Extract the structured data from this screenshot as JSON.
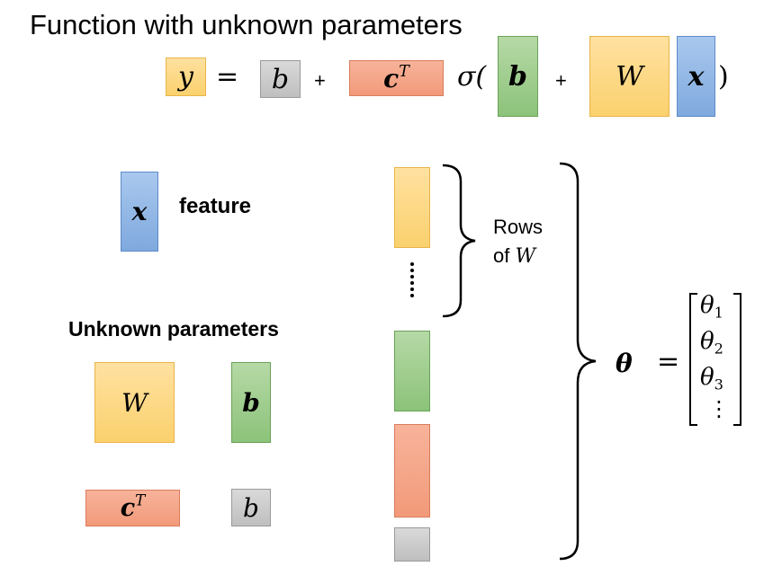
{
  "title": "Function with unknown parameters",
  "equation": {
    "y": "y",
    "equals": "=",
    "b_scalar": "b",
    "plus1": "+",
    "c": "c",
    "c_sup": "T",
    "sigma_open": "σ(",
    "b_vector": "b",
    "plus2": "+",
    "W": "W",
    "x": "x",
    "close": ")"
  },
  "feature": {
    "symbol": "x",
    "label": "feature"
  },
  "unknown_parameters": {
    "heading": "Unknown parameters",
    "W": "W",
    "b_vector": "b",
    "c": "c",
    "c_sup": "T",
    "b_scalar": "b"
  },
  "rows_label": {
    "line1": "Rows",
    "line2_prefix": "of",
    "line2_symbol": "W"
  },
  "theta": {
    "symbol": "θ",
    "equals": "=",
    "entries": [
      {
        "base": "θ",
        "sub": "1"
      },
      {
        "base": "θ",
        "sub": "2"
      },
      {
        "base": "θ",
        "sub": "3"
      }
    ],
    "vdots": "⋮"
  },
  "colors": {
    "yellow": "#fbd16e",
    "gray": "#bfbfbf",
    "orange": "#f29a7a",
    "green": "#8cc37a",
    "blue": "#7fa9de"
  }
}
